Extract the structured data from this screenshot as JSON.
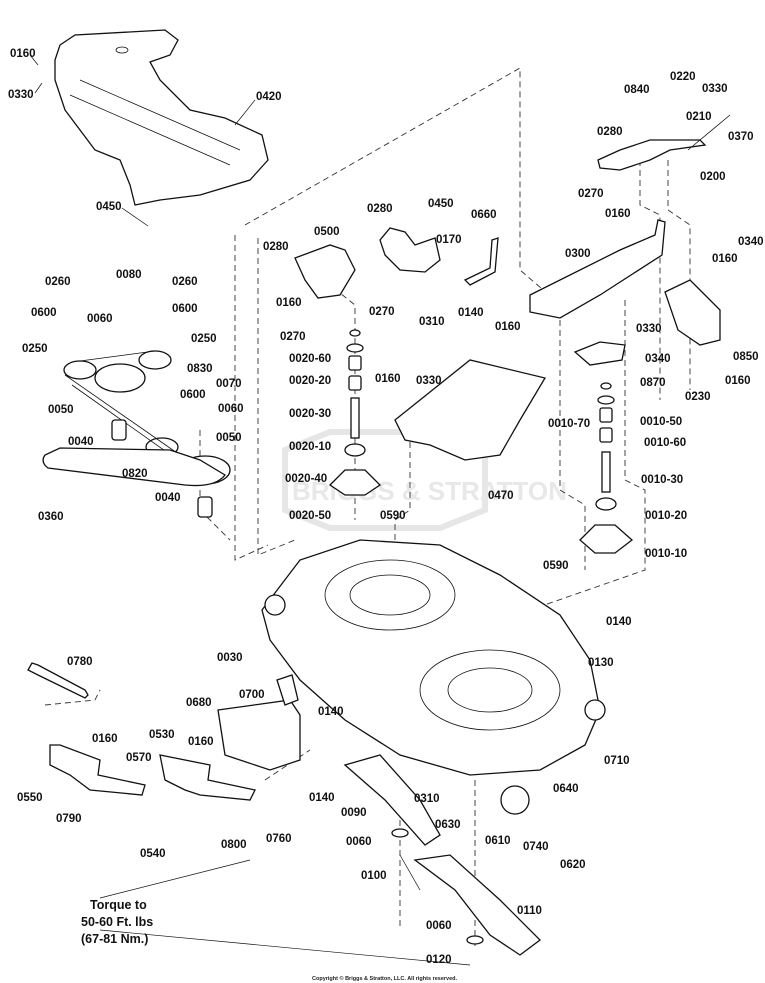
{
  "diagram": {
    "watermark": "BRIGGS & STRATTON",
    "torque_note": {
      "line1": "Torque to",
      "line2": "50-60 Ft. lbs",
      "line3": "(67-81 Nm.)"
    },
    "copyright": "Copyright © Briggs & Stratton, LLC. All rights reserved.",
    "labels": [
      {
        "id": "l0160a",
        "text": "0160"
      },
      {
        "id": "l0330a",
        "text": "0330"
      },
      {
        "id": "l0420",
        "text": "0420"
      },
      {
        "id": "l0450a",
        "text": "0450"
      },
      {
        "id": "l0840",
        "text": "0840"
      },
      {
        "id": "l0220",
        "text": "0220"
      },
      {
        "id": "l0330b",
        "text": "0330"
      },
      {
        "id": "l0210",
        "text": "0210"
      },
      {
        "id": "l0370",
        "text": "0370"
      },
      {
        "id": "l0280a",
        "text": "0280"
      },
      {
        "id": "l0200",
        "text": "0200"
      },
      {
        "id": "l0270a",
        "text": "0270"
      },
      {
        "id": "l0160b",
        "text": "0160"
      },
      {
        "id": "l0300",
        "text": "0300"
      },
      {
        "id": "l0160c",
        "text": "0160"
      },
      {
        "id": "l0340a",
        "text": "0340"
      },
      {
        "id": "l0280b",
        "text": "0280"
      },
      {
        "id": "l0450b",
        "text": "0450"
      },
      {
        "id": "l0660",
        "text": "0660"
      },
      {
        "id": "l0500",
        "text": "0500"
      },
      {
        "id": "l0170",
        "text": "0170"
      },
      {
        "id": "l0280c",
        "text": "0280"
      },
      {
        "id": "l0160d",
        "text": "0160"
      },
      {
        "id": "l0270b",
        "text": "0270"
      },
      {
        "id": "l0310a",
        "text": "0310"
      },
      {
        "id": "l0140a",
        "text": "0140"
      },
      {
        "id": "l0160e",
        "text": "0160"
      },
      {
        "id": "l0270c",
        "text": "0270"
      },
      {
        "id": "l0330c",
        "text": "0330"
      },
      {
        "id": "l0340b",
        "text": "0340"
      },
      {
        "id": "l0850",
        "text": "0850"
      },
      {
        "id": "l0870",
        "text": "0870"
      },
      {
        "id": "l0230",
        "text": "0230"
      },
      {
        "id": "l0160f",
        "text": "0160"
      },
      {
        "id": "l0260a",
        "text": "0260"
      },
      {
        "id": "l0080",
        "text": "0080"
      },
      {
        "id": "l0260b",
        "text": "0260"
      },
      {
        "id": "l0600a",
        "text": "0600"
      },
      {
        "id": "l0060a",
        "text": "0060"
      },
      {
        "id": "l0600b",
        "text": "0600"
      },
      {
        "id": "l0250a",
        "text": "0250"
      },
      {
        "id": "l0250b",
        "text": "0250"
      },
      {
        "id": "l0830",
        "text": "0830"
      },
      {
        "id": "l0070",
        "text": "0070"
      },
      {
        "id": "l0600c",
        "text": "0600"
      },
      {
        "id": "l0060b",
        "text": "0060"
      },
      {
        "id": "l0050a",
        "text": "0050"
      },
      {
        "id": "l0050b",
        "text": "0050"
      },
      {
        "id": "l0040a",
        "text": "0040"
      },
      {
        "id": "l0820",
        "text": "0820"
      },
      {
        "id": "l0360",
        "text": "0360"
      },
      {
        "id": "l0040b",
        "text": "0040"
      },
      {
        "id": "l0020_60",
        "text": "0020-60"
      },
      {
        "id": "l0020_20",
        "text": "0020-20"
      },
      {
        "id": "l0020_30",
        "text": "0020-30"
      },
      {
        "id": "l0020_10",
        "text": "0020-10"
      },
      {
        "id": "l0020_40",
        "text": "0020-40"
      },
      {
        "id": "l0020_50",
        "text": "0020-50"
      },
      {
        "id": "l0590a",
        "text": "0590"
      },
      {
        "id": "l0160g",
        "text": "0160"
      },
      {
        "id": "l0330d",
        "text": "0330"
      },
      {
        "id": "l0470",
        "text": "0470"
      },
      {
        "id": "l0010_70",
        "text": "0010-70"
      },
      {
        "id": "l0010_50",
        "text": "0010-50"
      },
      {
        "id": "l0010_60",
        "text": "0010-60"
      },
      {
        "id": "l0010_30",
        "text": "0010-30"
      },
      {
        "id": "l0010_20",
        "text": "0010-20"
      },
      {
        "id": "l0010_10",
        "text": "0010-10"
      },
      {
        "id": "l0590b",
        "text": "0590"
      },
      {
        "id": "l0140b",
        "text": "0140"
      },
      {
        "id": "l0130",
        "text": "0130"
      },
      {
        "id": "l0780",
        "text": "0780"
      },
      {
        "id": "l0030",
        "text": "0030"
      },
      {
        "id": "l0700",
        "text": "0700"
      },
      {
        "id": "l0140c",
        "text": "0140"
      },
      {
        "id": "l0680",
        "text": "0680"
      },
      {
        "id": "l0160h",
        "text": "0160"
      },
      {
        "id": "l0530",
        "text": "0530"
      },
      {
        "id": "l0160i",
        "text": "0160"
      },
      {
        "id": "l0570",
        "text": "0570"
      },
      {
        "id": "l0550",
        "text": "0550"
      },
      {
        "id": "l0790",
        "text": "0790"
      },
      {
        "id": "l0540",
        "text": "0540"
      },
      {
        "id": "l0800",
        "text": "0800"
      },
      {
        "id": "l0760",
        "text": "0760"
      },
      {
        "id": "l0140d",
        "text": "0140"
      },
      {
        "id": "l0710",
        "text": "0710"
      },
      {
        "id": "l0090",
        "text": "0090"
      },
      {
        "id": "l0310b",
        "text": "0310"
      },
      {
        "id": "l0630",
        "text": "0630"
      },
      {
        "id": "l0640",
        "text": "0640"
      },
      {
        "id": "l0610",
        "text": "0610"
      },
      {
        "id": "l0740",
        "text": "0740"
      },
      {
        "id": "l0620",
        "text": "0620"
      },
      {
        "id": "l0060c",
        "text": "0060"
      },
      {
        "id": "l0100",
        "text": "0100"
      },
      {
        "id": "l0110",
        "text": "0110"
      },
      {
        "id": "l0060d",
        "text": "0060"
      },
      {
        "id": "l0120",
        "text": "0120"
      }
    ]
  }
}
